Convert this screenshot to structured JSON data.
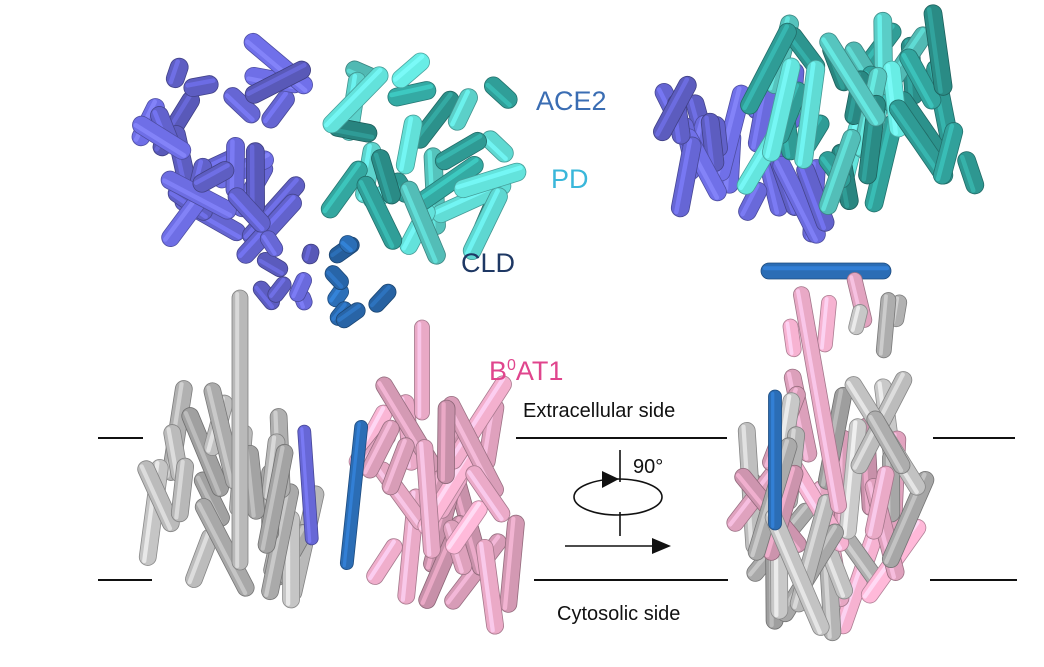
{
  "labels": {
    "ace2": {
      "text": "ACE2",
      "color": "#3a6db3"
    },
    "pd": {
      "text": "PD",
      "color": "#3ab7da"
    },
    "cld": {
      "text": "CLD",
      "color": "#1e3864"
    },
    "b0at1": {
      "base": "B",
      "sup": "0",
      "rest": "AT1",
      "color": "#e0458d"
    }
  },
  "membrane": {
    "extracellular": "Extracellular side",
    "cytosolic": "Cytosolic side"
  },
  "rotation": {
    "angle": "90°"
  },
  "colors": {
    "ace2_a": "#6767d6",
    "ace2_b": "#5fd9d2",
    "ace2_b_dark": "#2f9b95",
    "cld_blue": "#2b6db5",
    "b0at1_gray": "#b9b9b9",
    "b0at1_pink": "#e9a9c6"
  }
}
